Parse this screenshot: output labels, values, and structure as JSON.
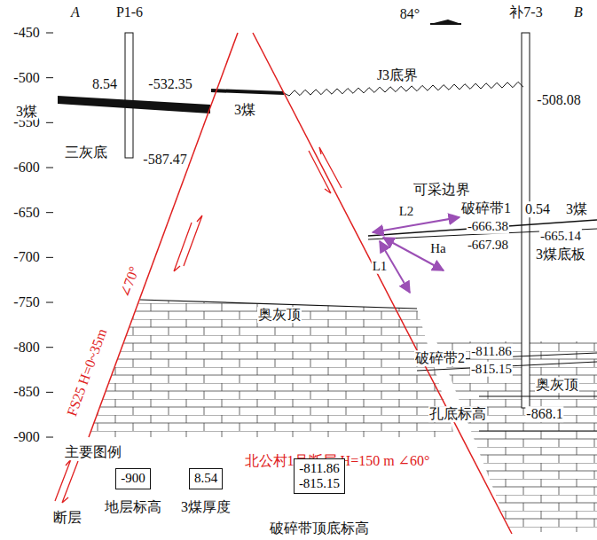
{
  "diagram": {
    "nodes": [
      {
        "text": [
          "-900"
        ]
      },
      {
        "text": [
          "8.54"
        ]
      },
      {
        "text": [
          "-811.86",
          "-815.15"
        ]
      }
    ],
    "labels": [
      "A",
      "P1-6",
      "84°",
      "补7-3",
      "B",
      "-450",
      "-500",
      "-550",
      "-600",
      "-650",
      "-700",
      "-750",
      "-800",
      "-850",
      "-900",
      "3煤",
      "8.54",
      "-532.35",
      "3煤",
      "J3底界",
      "-508.08",
      "三灰底",
      "-587.47",
      "可采边界",
      "破碎带1",
      "0.54",
      "3煤",
      "-666.38",
      "-667.98",
      "-665.14",
      "3煤底板",
      "L2",
      "L1",
      "Ha",
      "∠70°",
      "FS25 H=0~35m",
      "奥灰顶",
      "破碎带2",
      "-811.86",
      "-815.15",
      "奥灰顶",
      "孔底标高",
      "-868.1",
      "北公村1号断层 H=150 m ∠60°",
      "主要图例"
    ],
    "legend": [
      {
        "text": "断层"
      },
      {
        "text": "地层标高"
      },
      {
        "text": "3煤厚度"
      },
      {
        "text": "破碎带顶底标高"
      }
    ]
  }
}
